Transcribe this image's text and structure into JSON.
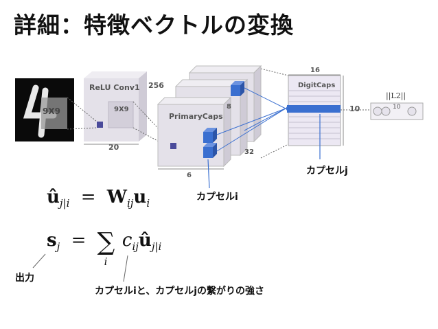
{
  "slide": {
    "title": "詳細：特徴ベクトルの変換"
  },
  "diagram": {
    "input_patch_label": "9X9",
    "relu_title": "ReLU Conv1",
    "relu_depth": "256",
    "relu_kernel_label": "9X9",
    "relu_width": "20",
    "primary_title": "PrimaryCaps",
    "primary_depth": "8",
    "primary_count": "32",
    "primary_width": "6",
    "digit_title": "DigitCaps",
    "digit_dim": "16",
    "digit_count": "10",
    "output_label": "||L2||",
    "output_count": "10"
  },
  "annotations": {
    "capsule_j": "カプセルj",
    "capsule_i": "カプセルi",
    "output": "出力",
    "coupling": "カプセルiと、カプセルjの繋がりの強さ"
  },
  "equations": {
    "eq1_lhs": "û",
    "eq1_lhs_sub": "j|i",
    "eq1_eq": "=",
    "eq1_W": "W",
    "eq1_W_sub": "ij",
    "eq1_u": "u",
    "eq1_u_sub": "i",
    "eq2_lhs": "s",
    "eq2_lhs_sub": "j",
    "eq2_eq": "=",
    "eq2_sum": "∑",
    "eq2_sum_sub": "i",
    "eq2_c": "c",
    "eq2_c_sub": "ij",
    "eq2_u": "û",
    "eq2_u_sub": "j|i"
  },
  "colors": {
    "capsule_blue": "#3a6fd0",
    "box_face": "#e4e1e9",
    "box_side": "#c9c5d0",
    "digit_face": "#ece8f3"
  }
}
